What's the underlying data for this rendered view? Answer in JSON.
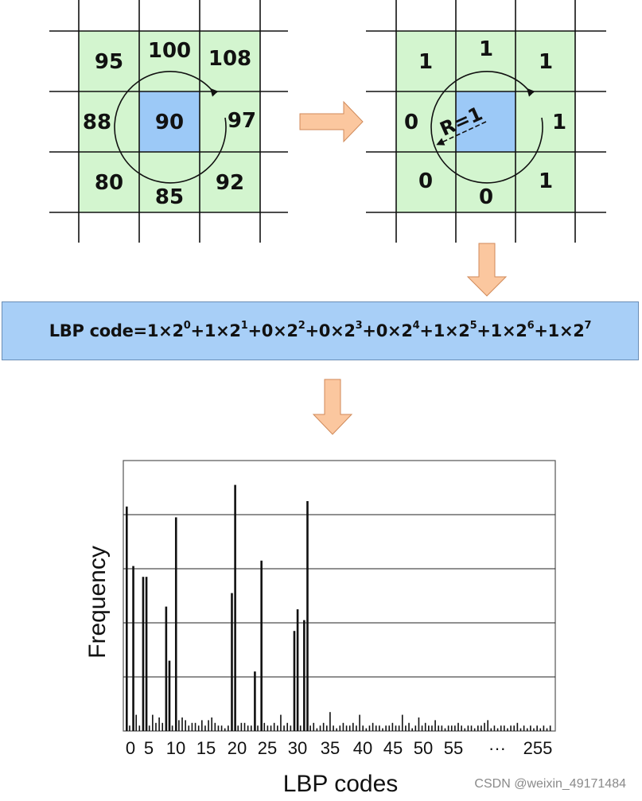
{
  "grid_left": {
    "cells": [
      "95",
      "100",
      "108",
      "97",
      "92",
      "85",
      "80",
      "88"
    ],
    "center": "90"
  },
  "grid_right": {
    "cells": [
      "1",
      "1",
      "1",
      "1",
      "1",
      "0",
      "0",
      "0"
    ],
    "center": "",
    "radius_label": "R=1"
  },
  "equation": {
    "prefix": "LBP code=",
    "terms": [
      {
        "coef": "1",
        "base": "×2",
        "exp": "0",
        "sep": "+"
      },
      {
        "coef": "1",
        "base": "×2",
        "exp": "1",
        "sep": "+"
      },
      {
        "coef": "0",
        "base": "×2",
        "exp": "2",
        "sep": "+"
      },
      {
        "coef": "0",
        "base": "×2",
        "exp": "3",
        "sep": "+"
      },
      {
        "coef": "0",
        "base": "×2",
        "exp": "4",
        "sep": "+"
      },
      {
        "coef": "1",
        "base": "×2",
        "exp": "5",
        "sep": "+"
      },
      {
        "coef": "1",
        "base": "×2",
        "exp": "6",
        "sep": "+"
      },
      {
        "coef": "1",
        "base": "×2",
        "exp": "7",
        "sep": ""
      }
    ]
  },
  "chart_data": {
    "type": "bar",
    "xlabel": "LBP codes",
    "ylabel": "Frequency",
    "tick_labels": [
      "0",
      "5",
      "10",
      "15",
      "20",
      "25",
      "30",
      "35",
      "40",
      "45",
      "50",
      "55",
      "···",
      "255"
    ],
    "ylim": [
      0,
      1
    ],
    "grid": true,
    "values": [
      0.83,
      0.02,
      0.61,
      0.06,
      0.02,
      0.57,
      0.57,
      0.02,
      0.06,
      0.03,
      0.05,
      0.03,
      0.46,
      0.26,
      0.02,
      0.79,
      0.04,
      0.05,
      0.04,
      0.02,
      0.03,
      0.03,
      0.02,
      0.04,
      0.02,
      0.04,
      0.05,
      0.03,
      0.02,
      0.02,
      0.01,
      0.02,
      0.51,
      0.91,
      0.02,
      0.03,
      0.03,
      0.02,
      0.02,
      0.22,
      0.02,
      0.63,
      0.03,
      0.02,
      0.02,
      0.03,
      0.02,
      0.06,
      0.02,
      0.03,
      0.02,
      0.37,
      0.45,
      0.02,
      0.41,
      0.85,
      0.02,
      0.03,
      0.01,
      0.02,
      0.03,
      0.02,
      0.07,
      0.02,
      0.01,
      0.02,
      0.03,
      0.02,
      0.02,
      0.03,
      0.02,
      0.06,
      0.02,
      0.01,
      0.02,
      0.03,
      0.02,
      0.02,
      0.01,
      0.02,
      0.02,
      0.03,
      0.02,
      0.02,
      0.06,
      0.02,
      0.03,
      0.01,
      0.02,
      0.05,
      0.02,
      0.03,
      0.02,
      0.02,
      0.04,
      0.02,
      0.02,
      0.01,
      0.02,
      0.02,
      0.02,
      0.03,
      0.02,
      0.01,
      0.02,
      0.02,
      0.01,
      0.02,
      0.02,
      0.03,
      0.04,
      0.01,
      0.02,
      0.01,
      0.02,
      0.02,
      0.01,
      0.02,
      0.02,
      0.03,
      0.01,
      0.02,
      0.01,
      0.02,
      0.01,
      0.02,
      0.01,
      0.02,
      0.01,
      0.02
    ]
  },
  "watermark": "CSDN @weixin_49171484"
}
